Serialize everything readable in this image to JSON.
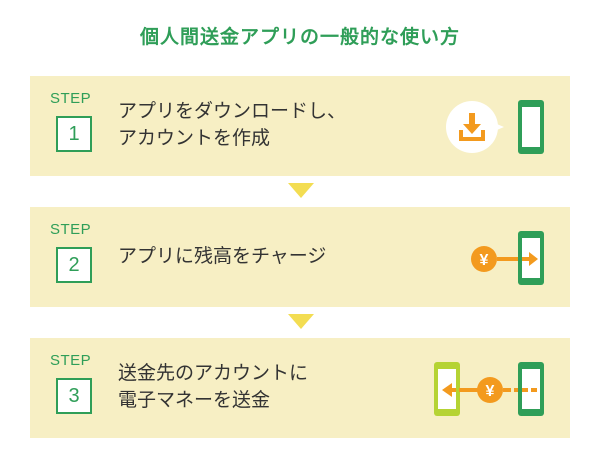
{
  "title": "個人間送金アプリの一般的な使い方",
  "steps": [
    {
      "label": "STEP",
      "number": "1",
      "text": "アプリをダウンロードし、\nアカウントを作成"
    },
    {
      "label": "STEP",
      "number": "2",
      "text": "アプリに残高をチャージ"
    },
    {
      "label": "STEP",
      "number": "3",
      "text": "送金先のアカウントに\n電子マネーを送金"
    }
  ],
  "icons": {
    "yen_symbol": "¥",
    "phone": "smartphone-icon",
    "download": "download-icon",
    "coin": "yen-coin-icon"
  },
  "colors": {
    "accent_green": "#2f9e58",
    "panel_bg": "#f7efc4",
    "arrow_yellow": "#f3dd52",
    "orange": "#f39a1e",
    "lime": "#b5d334"
  }
}
